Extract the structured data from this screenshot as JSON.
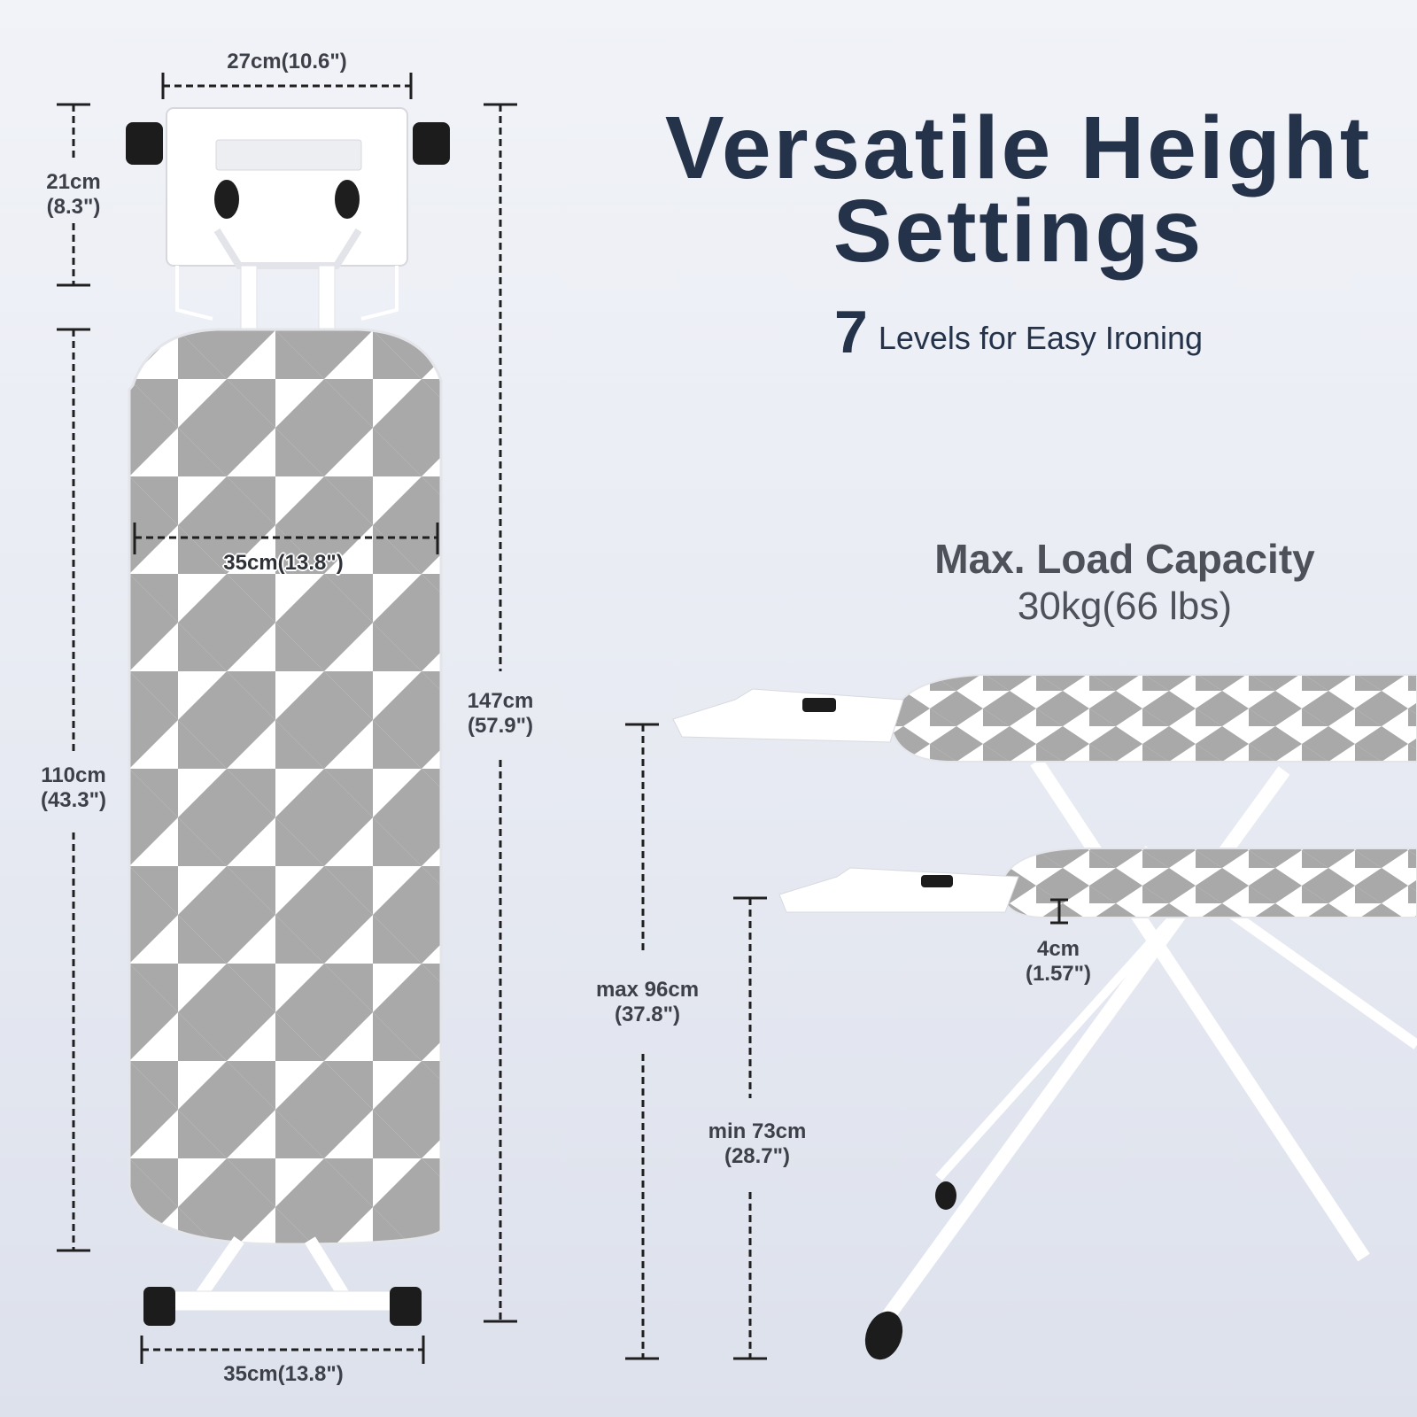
{
  "headline": {
    "line1": "Versatile Height",
    "line2": "Settings"
  },
  "levels": {
    "count": "7",
    "text": "Levels for Easy Ironing"
  },
  "load_capacity": {
    "label": "Max. Load Capacity",
    "value": "30kg(66 lbs)"
  },
  "dimensions": {
    "iron_rest_width": "27cm(10.6\")",
    "iron_rest_length": {
      "cm": "21cm",
      "inch": "(8.3\")"
    },
    "board_length": {
      "cm": "110cm",
      "inch": "(43.3\")"
    },
    "total_length": {
      "cm": "147cm",
      "inch": "(57.9\")"
    },
    "board_width": "35cm(13.8\")",
    "leg_width": "35cm(13.8\")",
    "max_height": {
      "cm": "max 96cm",
      "inch": "(37.8\")"
    },
    "min_height": {
      "cm": "min 73cm",
      "inch": "(28.7\")"
    },
    "thickness": {
      "cm": "4cm",
      "inch": "(1.57\")"
    }
  },
  "colors": {
    "title": "#24324a",
    "pattern_gray": "#a9a9a9",
    "frame_white": "#ffffff",
    "knob_black": "#1c1c1c"
  }
}
